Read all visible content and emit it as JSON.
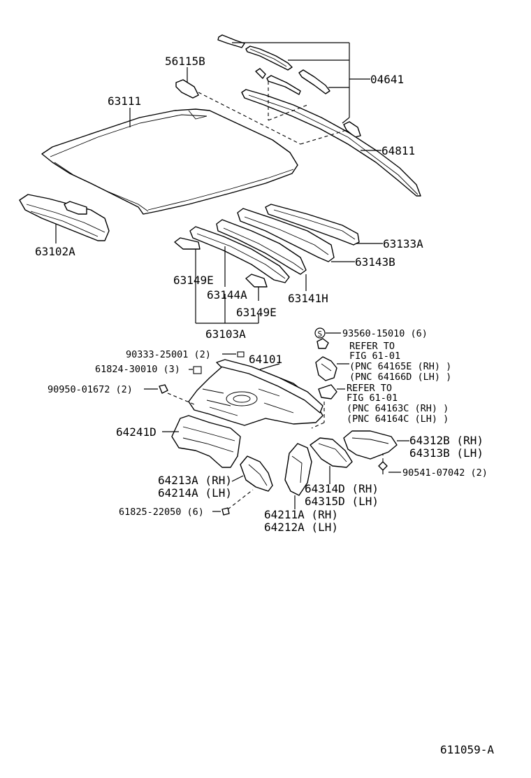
{
  "labels": {
    "p04641": "04641",
    "p56115B": "56115B",
    "p63111": "63111",
    "p64811": "64811",
    "p63102A": "63102A",
    "p63133A": "63133A",
    "p63143B": "63143B",
    "p63149E_a": "63149E",
    "p63144A": "63144A",
    "p63141H": "63141H",
    "p63149E_b": "63149E",
    "p63103A": "63103A",
    "p93560": "93560-15010 (6)",
    "refer1_a": "REFER TO",
    "refer1_b": "FIG 61-01",
    "refer1_c": "(PNC 64165E (RH) )",
    "refer1_d": "(PNC 64166D (LH) )",
    "refer2_a": "REFER TO",
    "refer2_b": "FIG 61-01",
    "refer2_c": "(PNC 64163C (RH) )",
    "refer2_d": "(PNC 64164C (LH) )",
    "p90333": "90333-25001 (2)",
    "p64101": "64101",
    "p61824": "61824-30010 (3)",
    "p90950": "90950-01672 (2)",
    "p64241D": "64241D",
    "p64312B": "64312B (RH)",
    "p64313B": "64313B (LH)",
    "p90541": "90541-07042 (2)",
    "p64213A": "64213A (RH)",
    "p64214A": "64214A (LH)",
    "p64314D": "64314D (RH)",
    "p64315D": "64315D (LH)",
    "p61825": "61825-22050 (6)",
    "p64211A": "64211A (RH)",
    "p64212A": "64212A (LH)",
    "s_symbol": "S",
    "figure_id": "611059-A"
  }
}
